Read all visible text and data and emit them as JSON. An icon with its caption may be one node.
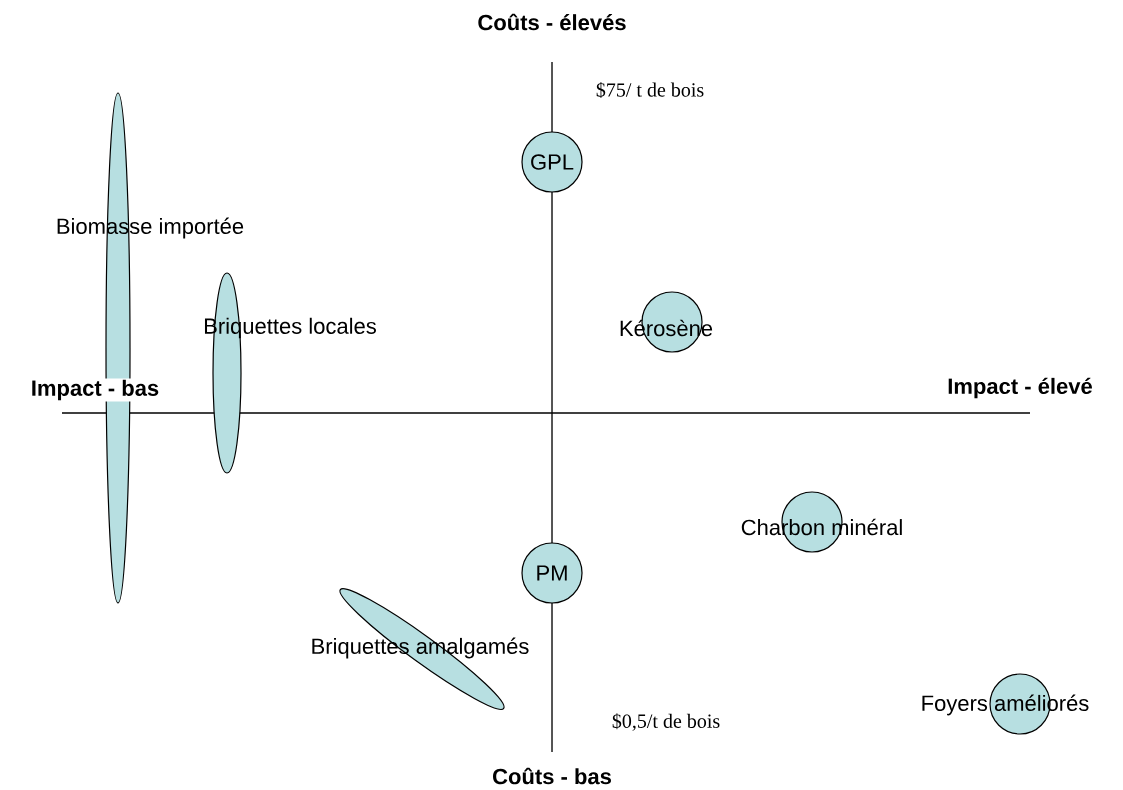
{
  "diagram": {
    "nodes": [
      {
        "text": [
          "GPL"
        ]
      },
      {
        "text": [
          "Biomasse importée"
        ]
      },
      {
        "text": [
          "Briquettes locales"
        ]
      },
      {
        "text": [
          "Kérosène"
        ]
      },
      {
        "text": [
          "Charbon minéral"
        ]
      },
      {
        "text": [
          "PM"
        ]
      },
      {
        "text": [
          "Briquettes amalgamés"
        ]
      },
      {
        "text": [
          "Foyers améliorés"
        ]
      }
    ],
    "labels": [
      "Coûts - élevés",
      "$75/ t de bois",
      "Impact - bas",
      "Impact - élevé",
      "$0,5/t de bois",
      "Coûts - bas"
    ]
  }
}
